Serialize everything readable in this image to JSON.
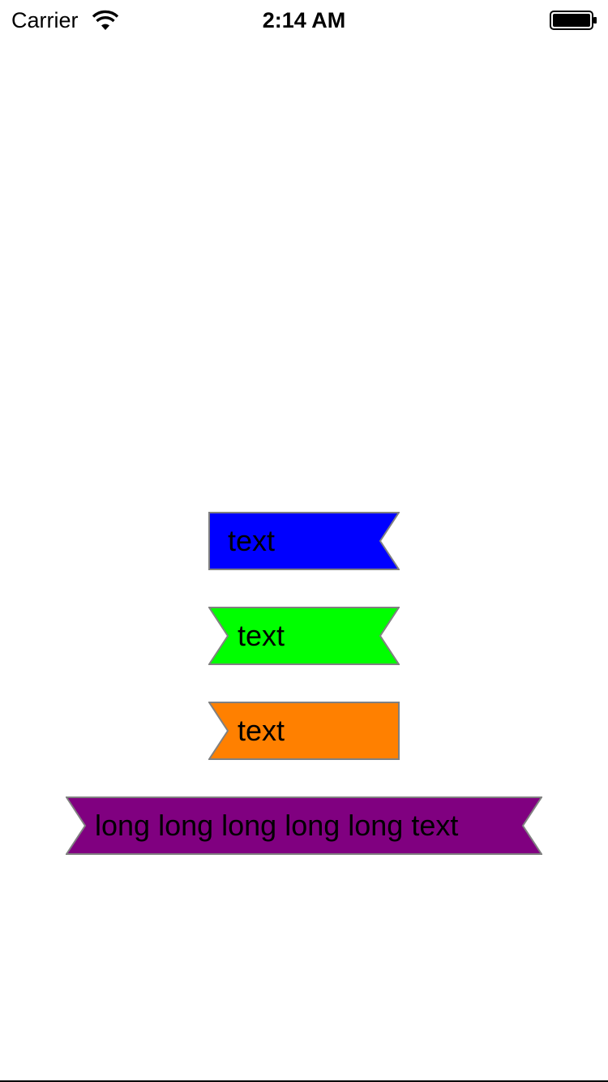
{
  "status_bar": {
    "carrier": "Carrier",
    "time": "2:14 AM"
  },
  "ribbons": [
    {
      "label": "text",
      "color": "#0000ff",
      "notch_left": false,
      "notch_right": true
    },
    {
      "label": "text",
      "color": "#00ff00",
      "notch_left": true,
      "notch_right": true
    },
    {
      "label": "text",
      "color": "#ff8000",
      "notch_left": true,
      "notch_right": false
    },
    {
      "label": "long long long long long text",
      "color": "#800080",
      "notch_left": true,
      "notch_right": true
    }
  ],
  "colors": {
    "border": "#808080",
    "text": "#000000"
  },
  "icons": [
    "wifi-icon",
    "battery-icon"
  ]
}
